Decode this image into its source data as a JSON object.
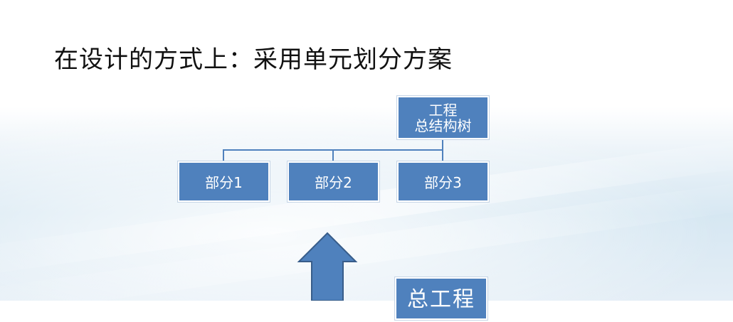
{
  "title": "在设计的方式上：采用单元划分方案",
  "root": {
    "line1": "工程",
    "line2": "总结构树"
  },
  "parts": [
    {
      "label": "部分1"
    },
    {
      "label": "部分2"
    },
    {
      "label": "部分3"
    }
  ],
  "bottom_box": {
    "label": "总工程"
  },
  "colors": {
    "box_fill": "#4f81bd",
    "connector": "#4f81bd",
    "arrow_fill": "#4f81bd",
    "arrow_stroke": "#385d8a"
  }
}
